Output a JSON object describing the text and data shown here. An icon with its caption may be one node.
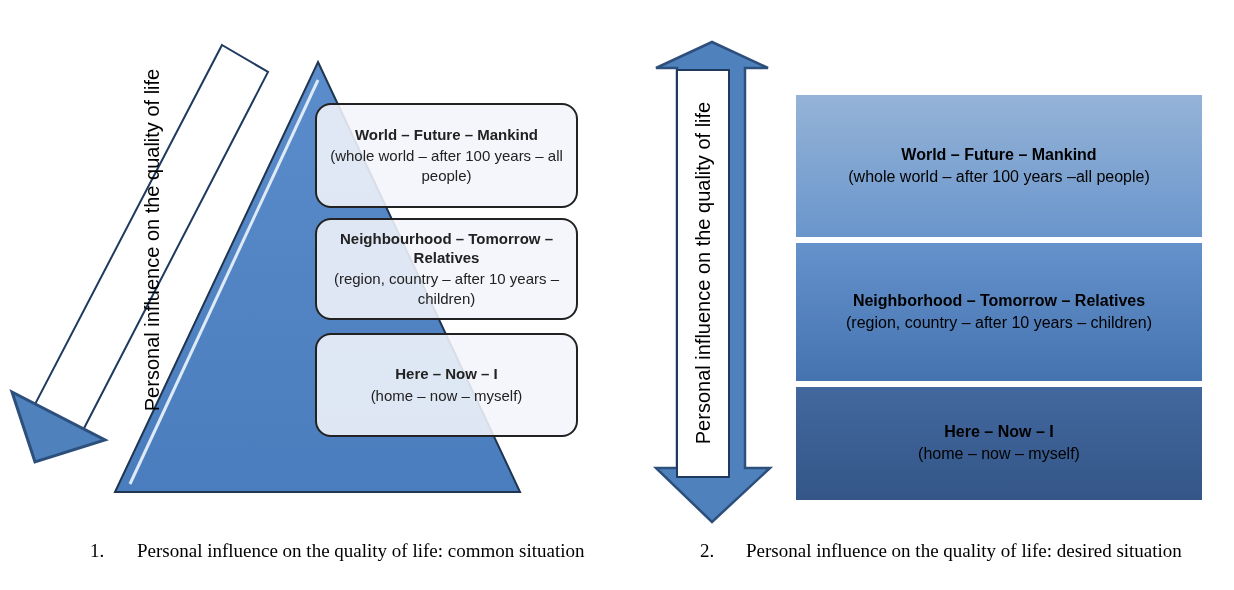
{
  "diagram": {
    "nodes": [
      {
        "text": [
          "World – Future – Mankind",
          "(whole world – after 100 years – all people)"
        ]
      },
      {
        "text": [
          "Neighbourhood – Tomorrow – Relatives",
          "(region, country – after 10 years – children)"
        ]
      },
      {
        "text": [
          "Here – Now – I",
          "(home – now – myself)"
        ]
      },
      {
        "text": [
          "World – Future – Mankind",
          "(whole world – after 100 years –all people)"
        ]
      },
      {
        "text": [
          "Neighborhood – Tomorrow – Relatives",
          "(region, country – after 10 years – children)"
        ]
      },
      {
        "text": [
          "Here – Now – I",
          "(home – now – myself)"
        ]
      }
    ],
    "labels": [
      "Personal influence on the quality of life",
      "1.",
      "Personal influence on the quality of life: common situation",
      "Personal influence on the quality of life",
      "2.",
      "Personal influence on the quality of life: desired situation"
    ]
  }
}
